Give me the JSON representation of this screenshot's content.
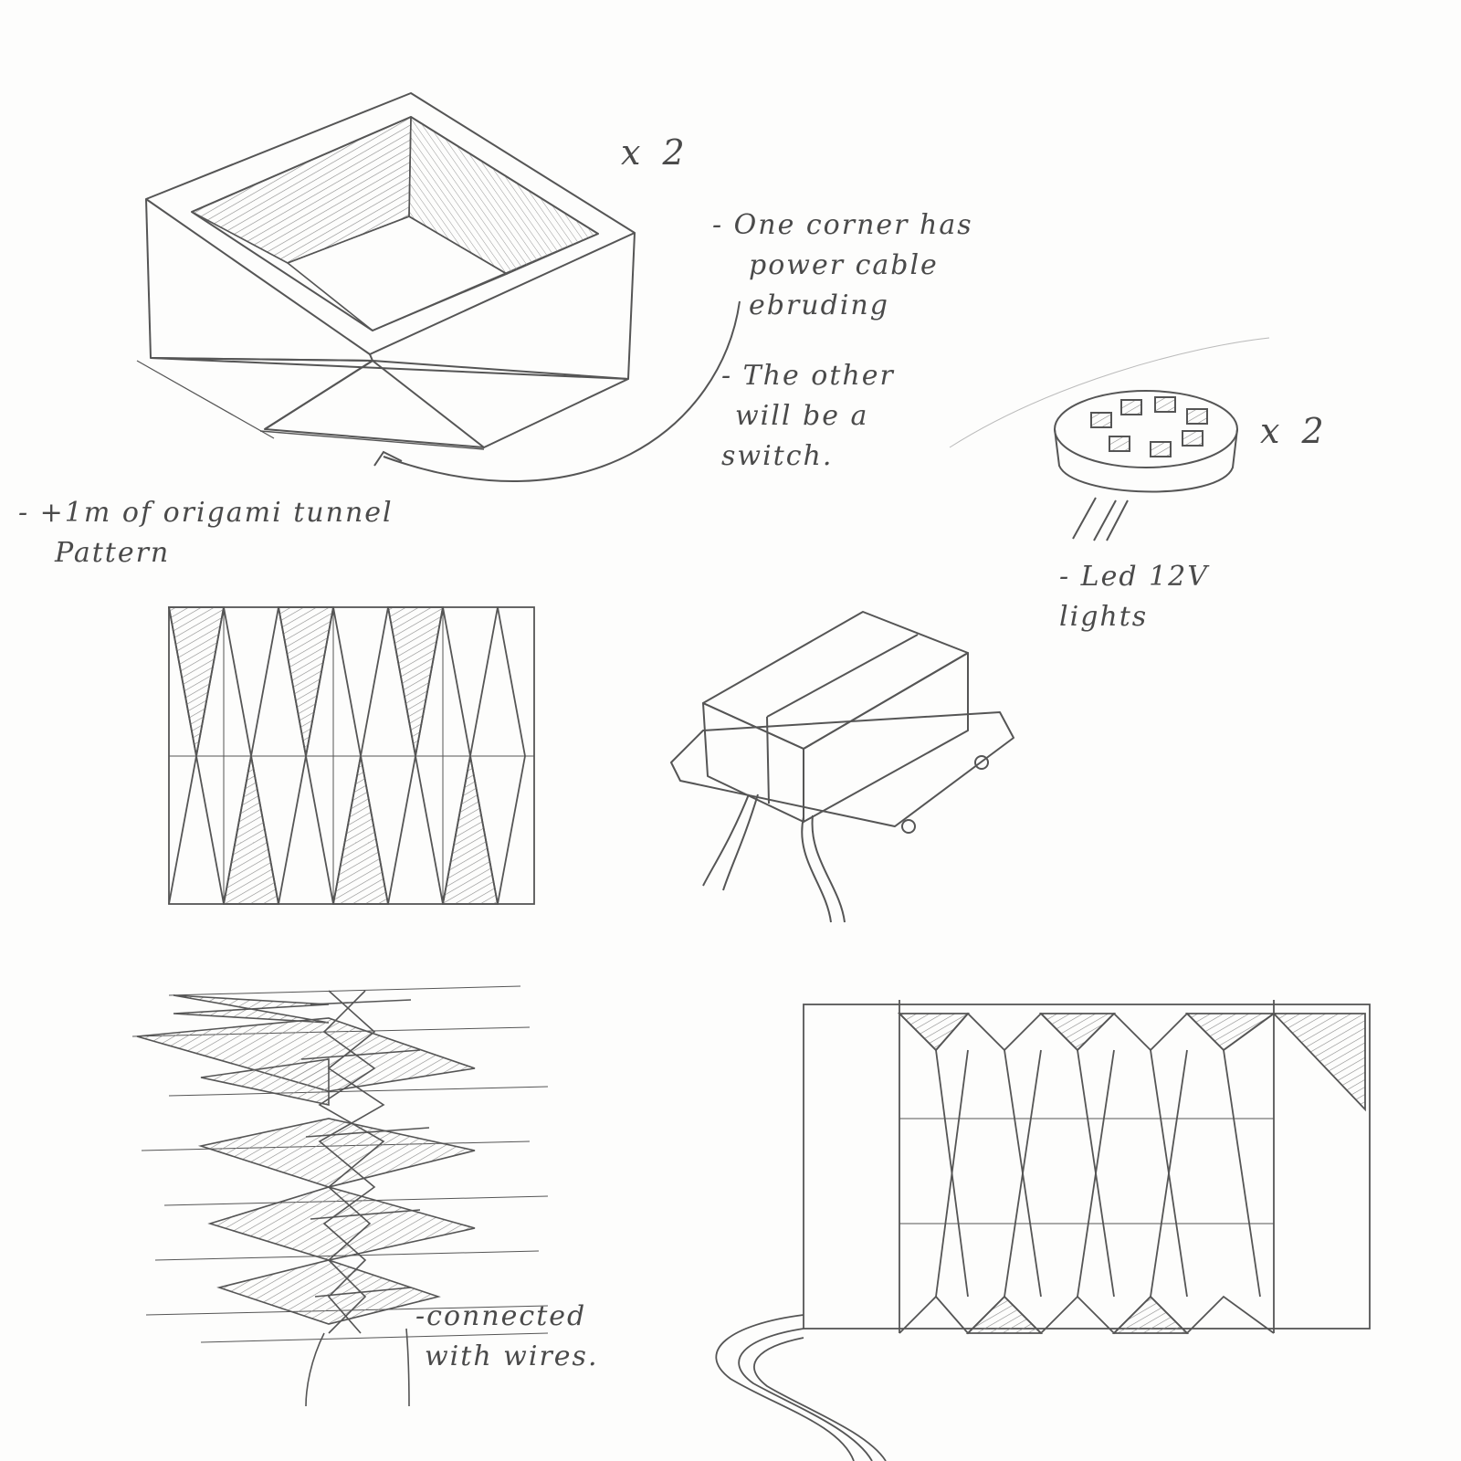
{
  "notes": {
    "box_multiplier": "x 2",
    "box_note_1": [
      "- One corner has",
      "power cable",
      "ebruding"
    ],
    "box_note_2": [
      "- The other",
      "will be a",
      "switch."
    ],
    "tunnel_note": [
      "- +1m of origami tunnel",
      "Pattern"
    ],
    "led_multiplier": "x 2",
    "led_note": [
      "- Led 12V",
      "lights"
    ],
    "wires_note": [
      "-connected",
      "with wires."
    ]
  },
  "colors": {
    "paper": "#fdfdfc",
    "pencil": "#555555",
    "shading": "#8a8a8a"
  }
}
